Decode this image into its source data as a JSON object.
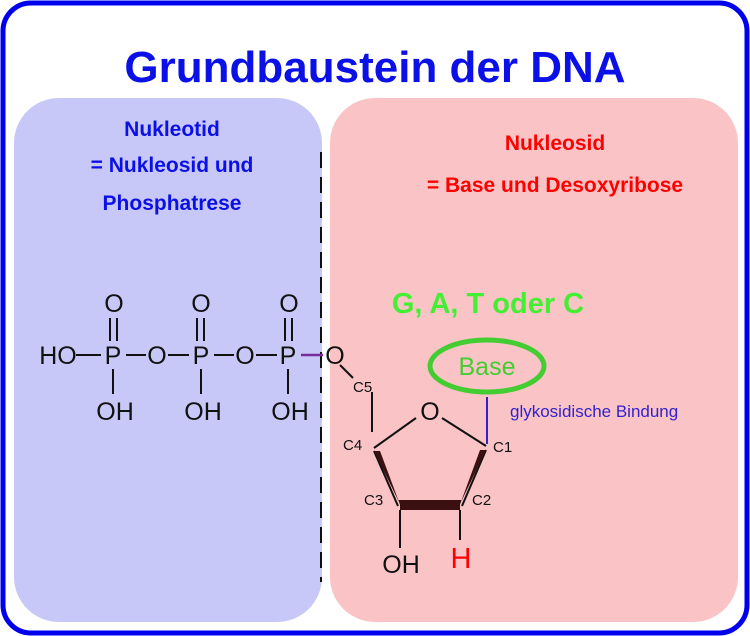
{
  "title": "Grundbaustein der DNA",
  "nucleotide_box": {
    "line1": "Nukleotid",
    "line2": "= Nukleosid und",
    "line3": "Phosphatrese"
  },
  "nucleoside_box": {
    "line1": "Nukleosid",
    "line2": "= Base und Desoxyribose"
  },
  "bases_label": "G, A, T oder C",
  "base_label": "Base",
  "bond_label": "glykosidische Bindung",
  "atoms": {
    "o": "O",
    "p": "P",
    "oh": "OH",
    "ho": "HO",
    "h": "H"
  },
  "carbons": {
    "c1": "C1",
    "c2": "C2",
    "c3": "C3",
    "c4": "C4",
    "c5": "C5"
  },
  "colors": {
    "frame": "#0000ee",
    "title": "#0b10e6",
    "nucleotide_bg": "#c8c8f8",
    "nucleoside_bg": "#fac4c6",
    "nucleoside_text": "#ff0000",
    "bases_text": "#44ee33",
    "bond_text": "#3322cc",
    "h_text": "#ff0000",
    "bond_line": "#7a2a9a"
  }
}
